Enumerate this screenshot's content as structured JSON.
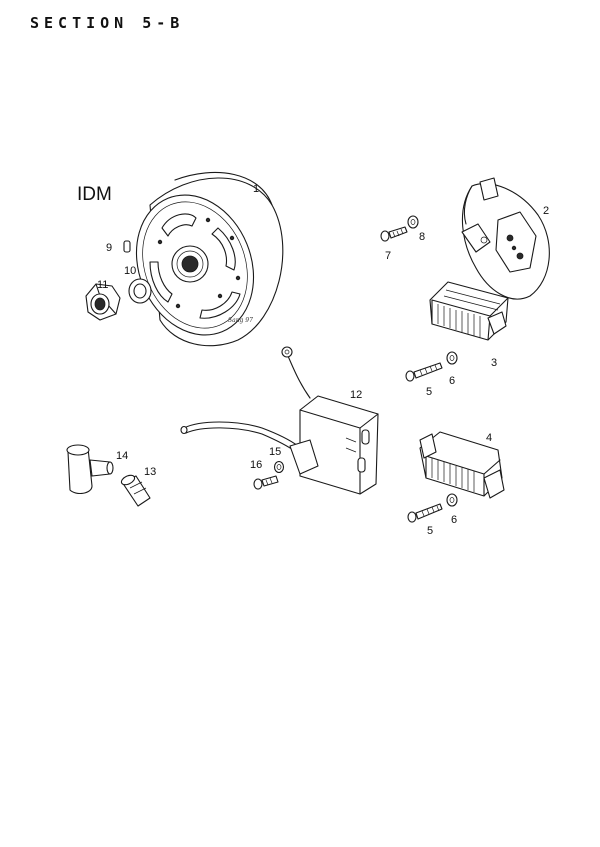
{
  "header": {
    "section": "SECTION 5-B"
  },
  "diagram": {
    "brand": "IDM",
    "signature": "Sang 97",
    "part_numbers": {
      "p1": "1",
      "p2": "2",
      "p3": "3",
      "p4": "4",
      "p5a": "5",
      "p5b": "5",
      "p6a": "6",
      "p6b": "6",
      "p7": "7",
      "p8": "8",
      "p9": "9",
      "p10": "10",
      "p11": "11",
      "p12": "12",
      "p13": "13",
      "p14": "14",
      "p15": "15",
      "p16": "16"
    }
  }
}
